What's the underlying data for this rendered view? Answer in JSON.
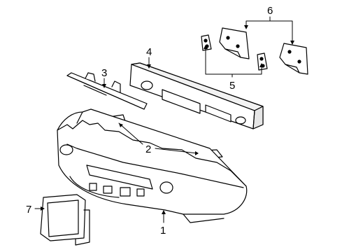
{
  "diagram": {
    "callouts": [
      {
        "id": "1",
        "label": "1"
      },
      {
        "id": "2",
        "label": "2"
      },
      {
        "id": "3",
        "label": "3"
      },
      {
        "id": "4",
        "label": "4"
      },
      {
        "id": "5",
        "label": "5"
      },
      {
        "id": "6",
        "label": "6"
      },
      {
        "id": "7",
        "label": "7"
      }
    ],
    "colors": {
      "stroke": "#000000",
      "shade": "#d9d9d9",
      "background": "#ffffff"
    }
  }
}
